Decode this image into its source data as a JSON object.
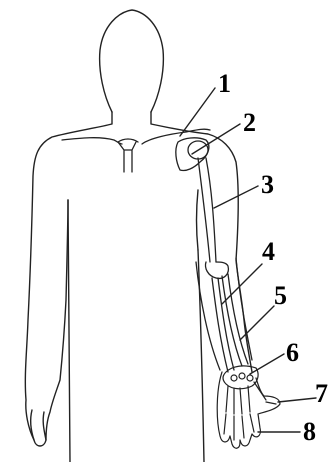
{
  "figure": {
    "labels": [
      "1",
      "2",
      "3",
      "4",
      "5",
      "6",
      "7",
      "8"
    ]
  },
  "colors": {
    "outline": "#222222",
    "background": "#ffffff",
    "label": "#000000"
  }
}
